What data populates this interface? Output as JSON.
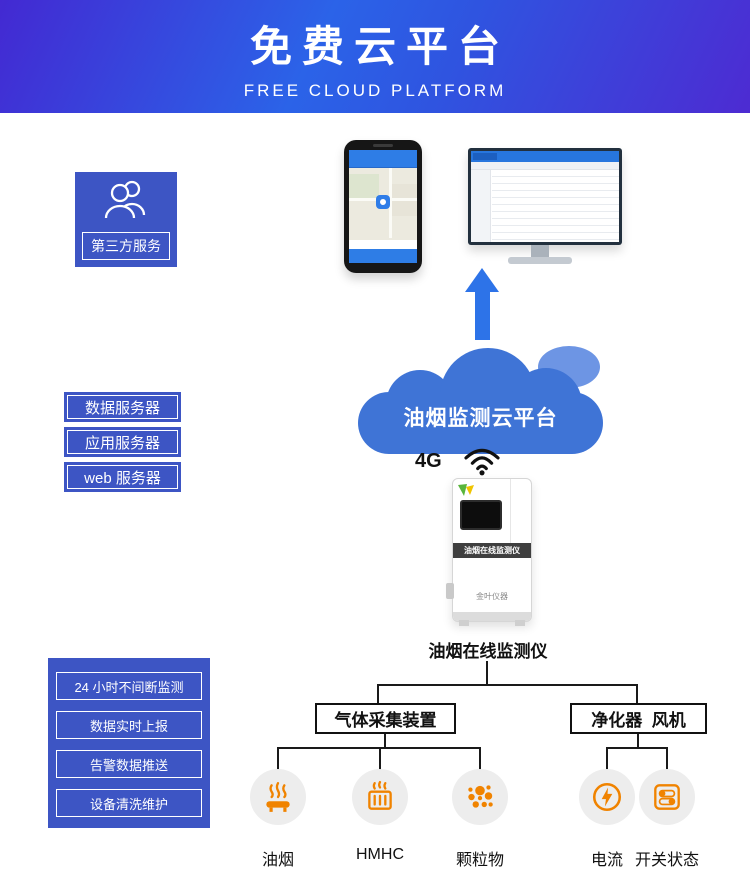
{
  "banner": {
    "title": "免费云平台",
    "subtitle": "FREE CLOUD PLATFORM"
  },
  "third_party": {
    "label": "第三方服务"
  },
  "servers": {
    "items": [
      {
        "label": "数据服务器"
      },
      {
        "label": "应用服务器"
      },
      {
        "label": "web 服务器"
      }
    ]
  },
  "features": {
    "items": [
      {
        "label": "24 小时不间断监测"
      },
      {
        "label": "数据实时上报"
      },
      {
        "label": "告警数据推送"
      },
      {
        "label": "设备清洗维护"
      }
    ]
  },
  "cloud": {
    "label": "油烟监测云平台"
  },
  "network": {
    "cellular_label": "4G",
    "wifi_icon": "wifi-icon"
  },
  "device": {
    "band_label": "油烟在线监测仪",
    "brand_label": "金叶仪器",
    "caption": "油烟在线监测仪"
  },
  "branches": {
    "gas_label": "气体采集装置",
    "purifier_label": "净化器  风机"
  },
  "sensors": [
    {
      "label": "油烟",
      "icon": "oil-smoke-icon"
    },
    {
      "label": "HMHC",
      "icon": "hmhc-icon"
    },
    {
      "label": "颗粒物",
      "icon": "particulate-icon"
    },
    {
      "label": "电流",
      "icon": "current-icon"
    },
    {
      "label": "开关状态",
      "icon": "switch-status-icon"
    }
  ],
  "colors": {
    "banner_gradient_start": "#4329d2",
    "banner_gradient_mid": "#2b63e8",
    "box_blue": "#3d55c4",
    "cloud_blue": "#3f74d6",
    "cloud_light_blue": "#6d95e4",
    "arrow_blue": "#2d73e8",
    "icon_orange": "#f08300",
    "icon_circle_gray": "#ededed",
    "line_black": "#1a1a1a"
  }
}
